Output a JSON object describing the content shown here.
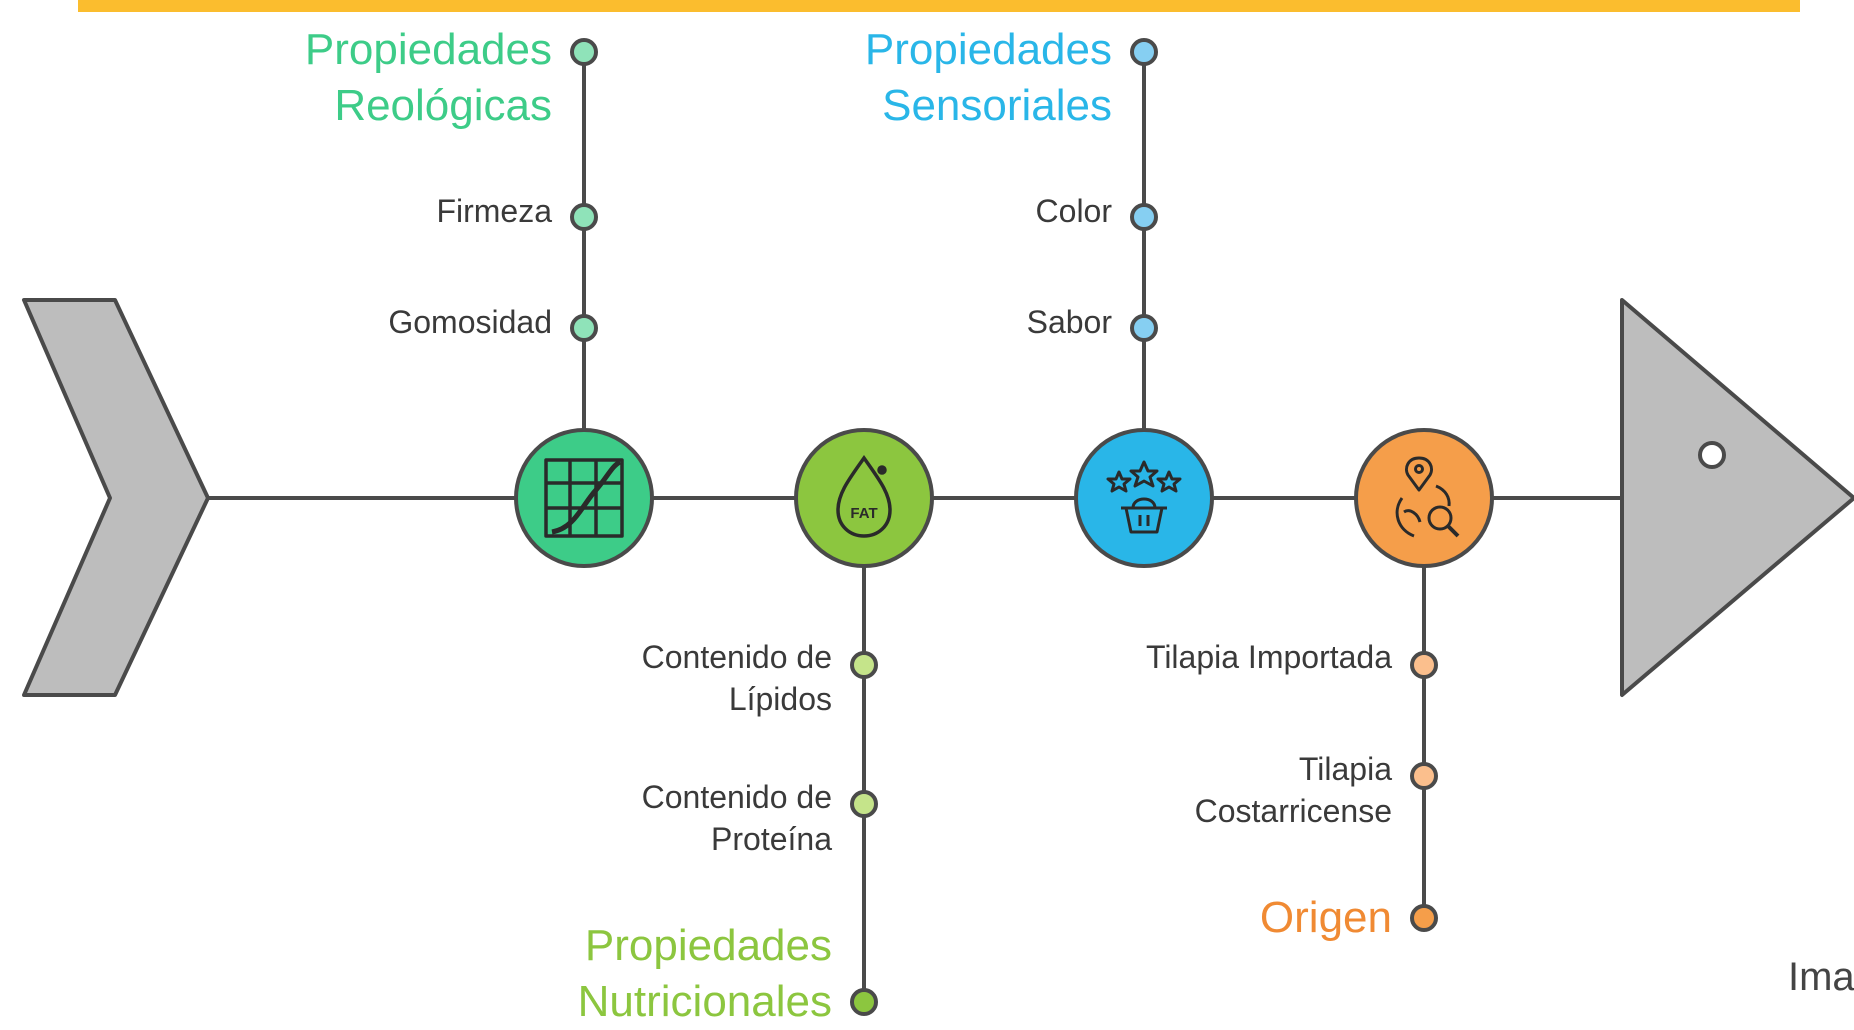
{
  "diagram": {
    "categories": [
      {
        "id": "reologicas",
        "title": "Propiedades\nReológicas",
        "color": "#3dcc88",
        "items": [
          "Firmeza",
          "Gomosidad"
        ]
      },
      {
        "id": "nutricionales",
        "title": "Propiedades\nNutricionales",
        "color": "#8cc63f",
        "items": [
          "Contenido de\nLípidos",
          "Contenido de\nProteína"
        ]
      },
      {
        "id": "sensoriales",
        "title": "Propiedades\nSensoriales",
        "color": "#29b6e8",
        "items": [
          "Color",
          "Sabor"
        ]
      },
      {
        "id": "origen",
        "title": "Origen",
        "color": "#f59e4a",
        "items": [
          "Tilapia Importada",
          "Tilapia\nCostarricense"
        ]
      }
    ],
    "icons": {
      "reologicas": "graph-grid-icon",
      "nutricionales": "fat-drop-icon",
      "sensoriales": "star-basket-icon",
      "origen": "globe-search-icon"
    },
    "footer_fragment": "Ima"
  },
  "colors": {
    "spine": "#4a4a4a",
    "head_tail": "#bdbdbd",
    "accent_bar": "#fbbd2e"
  }
}
